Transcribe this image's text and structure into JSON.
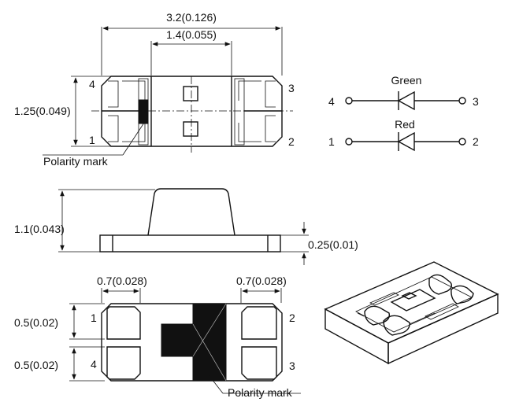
{
  "top_view": {
    "overall_width": "3.2(0.126)",
    "center_width": "1.4(0.055)",
    "height": "1.25(0.049)",
    "pin_tl": "4",
    "pin_bl": "1",
    "pin_tr": "3",
    "pin_br": "2",
    "polarity_label": "Polarity mark"
  },
  "schematic": {
    "upper_label": "Green",
    "lower_label": "Red",
    "upper_left_pin": "4",
    "upper_right_pin": "3",
    "lower_left_pin": "1",
    "lower_right_pin": "2"
  },
  "side_view": {
    "total_height": "1.1(0.043)",
    "base_height": "0.25(0.01)"
  },
  "bottom_view": {
    "left_pad_width": "0.7(0.028)",
    "right_pad_width": "0.7(0.028)",
    "upper_pad_height": "0.5(0.02)",
    "lower_pad_height": "0.5(0.02)",
    "pin_tl": "1",
    "pin_bl": "4",
    "pin_tr": "2",
    "pin_br": "3",
    "polarity_label": "Polarity mark"
  },
  "colors": {
    "ink": "#111111",
    "background": "#ffffff"
  },
  "icons": [
    "diode-green-icon",
    "diode-red-icon",
    "package-3d-icon"
  ]
}
